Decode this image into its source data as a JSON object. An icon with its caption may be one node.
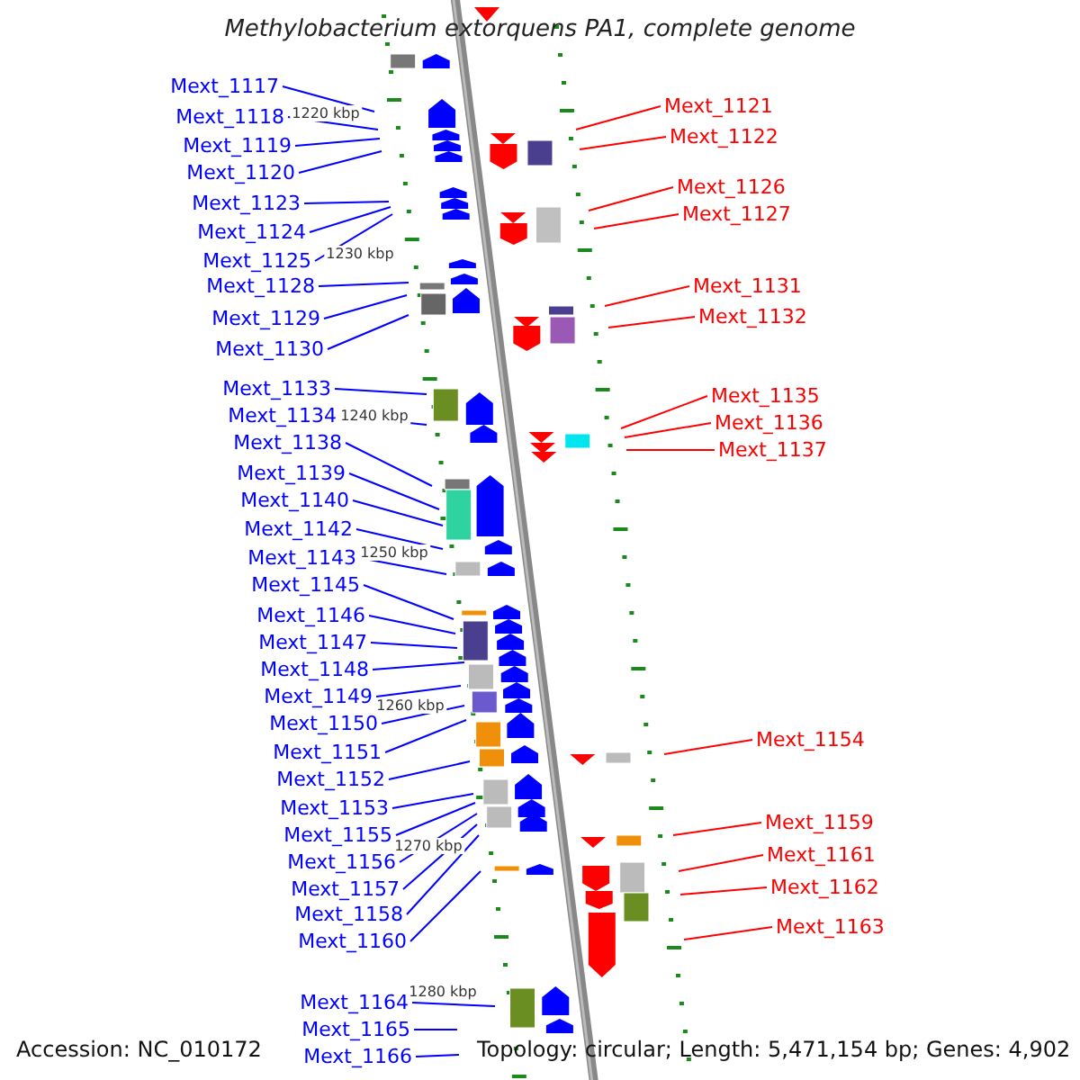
{
  "diagram": {
    "title": "Methylobacterium extorquens PA1, complete genome",
    "nodes": [
      {
        "text": [
          "Mext_1117"
        ]
      },
      {
        "text": [
          "Mext_1118"
        ]
      },
      {
        "text": [
          "Mext_1119"
        ]
      },
      {
        "text": [
          "Mext_1120"
        ]
      },
      {
        "text": [
          "Mext_1123"
        ]
      },
      {
        "text": [
          "Mext_1124"
        ]
      },
      {
        "text": [
          "Mext_1125"
        ]
      },
      {
        "text": [
          "Mext_1128"
        ]
      },
      {
        "text": [
          "Mext_1129"
        ]
      },
      {
        "text": [
          "Mext_1130"
        ]
      },
      {
        "text": [
          "Mext_1133"
        ]
      },
      {
        "text": [
          "Mext_1134"
        ]
      },
      {
        "text": [
          "Mext_1138"
        ]
      },
      {
        "text": [
          "Mext_1139"
        ]
      },
      {
        "text": [
          "Mext_1140"
        ]
      },
      {
        "text": [
          "Mext_1142"
        ]
      },
      {
        "text": [
          "Mext_1143"
        ]
      },
      {
        "text": [
          "Mext_1145"
        ]
      },
      {
        "text": [
          "Mext_1146"
        ]
      },
      {
        "text": [
          "Mext_1147"
        ]
      },
      {
        "text": [
          "Mext_1148"
        ]
      },
      {
        "text": [
          "Mext_1149"
        ]
      },
      {
        "text": [
          "Mext_1150"
        ]
      },
      {
        "text": [
          "Mext_1151"
        ]
      },
      {
        "text": [
          "Mext_1152"
        ]
      },
      {
        "text": [
          "Mext_1153"
        ]
      },
      {
        "text": [
          "Mext_1155"
        ]
      },
      {
        "text": [
          "Mext_1156"
        ]
      },
      {
        "text": [
          "Mext_1157"
        ]
      },
      {
        "text": [
          "Mext_1158"
        ]
      },
      {
        "text": [
          "Mext_1160"
        ]
      },
      {
        "text": [
          "Mext_1164"
        ]
      },
      {
        "text": [
          "Mext_1165"
        ]
      },
      {
        "text": [
          "Mext_1166"
        ]
      },
      {
        "text": [
          "Mext_1121"
        ]
      },
      {
        "text": [
          "Mext_1122"
        ]
      },
      {
        "text": [
          "Mext_1126"
        ]
      },
      {
        "text": [
          "Mext_1127"
        ]
      },
      {
        "text": [
          "Mext_1131"
        ]
      },
      {
        "text": [
          "Mext_1132"
        ]
      },
      {
        "text": [
          "Mext_1135"
        ]
      },
      {
        "text": [
          "Mext_1136"
        ]
      },
      {
        "text": [
          "Mext_1137"
        ]
      },
      {
        "text": [
          "Mext_1154"
        ]
      },
      {
        "text": [
          "Mext_1159"
        ]
      },
      {
        "text": [
          "Mext_1161"
        ]
      },
      {
        "text": [
          "Mext_1162"
        ]
      },
      {
        "text": [
          "Mext_1163"
        ]
      }
    ],
    "edges": [
      {
        "from": 0,
        "to": null,
        "arrow": "none"
      },
      {
        "from": 1,
        "to": null,
        "arrow": "none"
      },
      {
        "from": 2,
        "to": null,
        "arrow": "none"
      },
      {
        "from": 3,
        "to": null,
        "arrow": "none"
      },
      {
        "from": 4,
        "to": null,
        "arrow": "none"
      },
      {
        "from": 5,
        "to": null,
        "arrow": "none"
      },
      {
        "from": 6,
        "to": null,
        "arrow": "none"
      },
      {
        "from": 7,
        "to": null,
        "arrow": "none"
      },
      {
        "from": 8,
        "to": null,
        "arrow": "none"
      },
      {
        "from": 9,
        "to": null,
        "arrow": "none"
      },
      {
        "from": 10,
        "to": null,
        "arrow": "none"
      },
      {
        "from": 11,
        "to": null,
        "arrow": "none"
      },
      {
        "from": 12,
        "to": null,
        "arrow": "none"
      },
      {
        "from": 13,
        "to": null,
        "arrow": "none"
      },
      {
        "from": 14,
        "to": null,
        "arrow": "none"
      },
      {
        "from": 15,
        "to": null,
        "arrow": "none"
      },
      {
        "from": 16,
        "to": null,
        "arrow": "none"
      },
      {
        "from": 17,
        "to": null,
        "arrow": "none"
      },
      {
        "from": 18,
        "to": null,
        "arrow": "none"
      },
      {
        "from": 19,
        "to": null,
        "arrow": "none"
      },
      {
        "from": 20,
        "to": null,
        "arrow": "none"
      },
      {
        "from": 21,
        "to": null,
        "arrow": "none"
      },
      {
        "from": 22,
        "to": null,
        "arrow": "none"
      },
      {
        "from": 23,
        "to": null,
        "arrow": "none"
      },
      {
        "from": 24,
        "to": null,
        "arrow": "none"
      },
      {
        "from": 25,
        "to": null,
        "arrow": "none"
      },
      {
        "from": 26,
        "to": null,
        "arrow": "none"
      },
      {
        "from": 27,
        "to": null,
        "arrow": "none"
      },
      {
        "from": 28,
        "to": null,
        "arrow": "none"
      },
      {
        "from": 29,
        "to": null,
        "arrow": "none"
      },
      {
        "from": 30,
        "to": null,
        "arrow": "none"
      },
      {
        "from": 31,
        "to": null,
        "arrow": "none"
      },
      {
        "from": 32,
        "to": null,
        "arrow": "none"
      },
      {
        "from": 33,
        "to": null,
        "arrow": "none"
      },
      {
        "from": 34,
        "to": null,
        "arrow": "none",
        "color": "#ff0000"
      },
      {
        "from": 35,
        "to": null,
        "arrow": "none",
        "color": "#ff0000"
      },
      {
        "from": 36,
        "to": null,
        "arrow": "none",
        "color": "#ff0000"
      },
      {
        "from": 37,
        "to": null,
        "arrow": "none",
        "color": "#ff0000"
      },
      {
        "from": 38,
        "to": null,
        "arrow": "none",
        "color": "#ff0000"
      },
      {
        "from": 39,
        "to": null,
        "arrow": "none",
        "color": "#ff0000"
      },
      {
        "from": 40,
        "to": null,
        "arrow": "none",
        "color": "#ff0000"
      },
      {
        "from": 41,
        "to": null,
        "arrow": "none",
        "color": "#ff0000"
      },
      {
        "from": 42,
        "to": null,
        "arrow": "none",
        "color": "#ff0000"
      },
      {
        "from": 43,
        "to": null,
        "arrow": "none",
        "color": "#ff0000"
      },
      {
        "from": 44,
        "to": null,
        "arrow": "none",
        "color": "#ff0000"
      },
      {
        "from": 45,
        "to": null,
        "arrow": "none",
        "color": "#ff0000"
      },
      {
        "from": 46,
        "to": null,
        "arrow": "none",
        "color": "#ff0000"
      },
      {
        "from": 47,
        "to": null,
        "arrow": "none",
        "color": "#ff0000"
      }
    ],
    "labels": [
      "1220 kbp",
      "1230 kbp",
      "1240 kbp",
      "1250 kbp",
      "1260 kbp",
      "1270 kbp",
      "1280 kbp",
      "Accession: NC_010172",
      "Topology: circular; Length: 5,471,154 bp; Genes: 4,902"
    ]
  }
}
